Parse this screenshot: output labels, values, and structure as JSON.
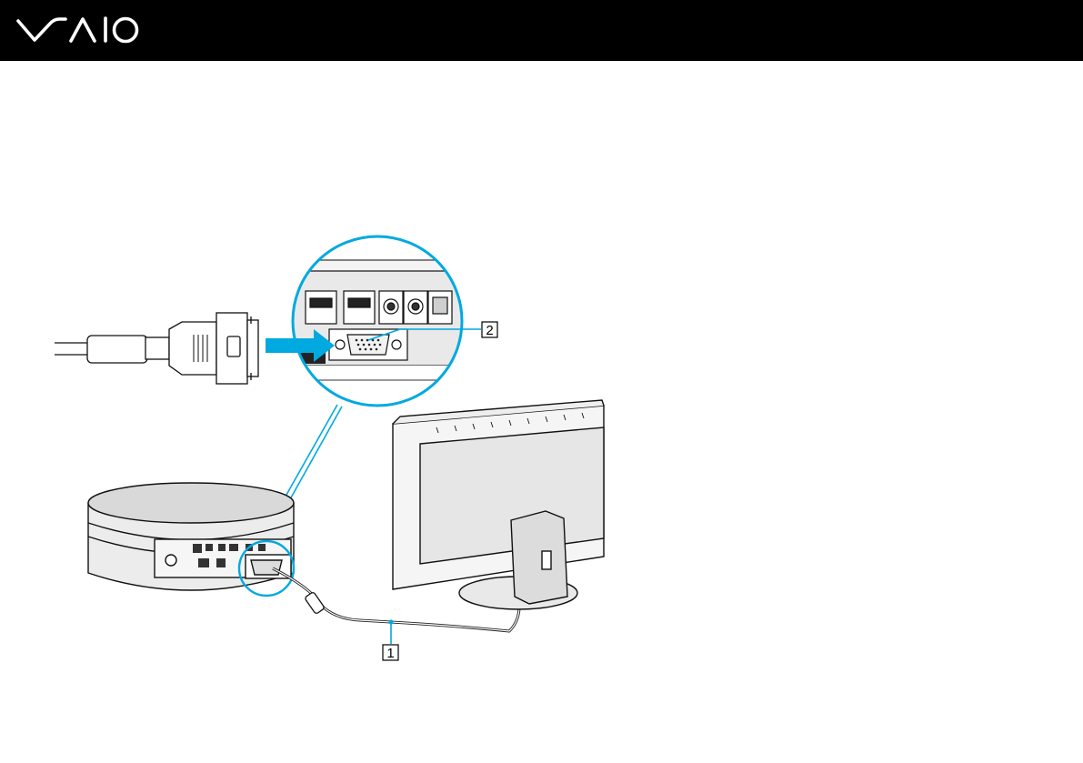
{
  "header": {
    "brand": "VAIO",
    "page_number": "",
    "accent_color": "#00a9e0",
    "bar_color": "#000000"
  },
  "figure": {
    "callouts": [
      {
        "number": "1"
      },
      {
        "number": "2"
      }
    ]
  }
}
